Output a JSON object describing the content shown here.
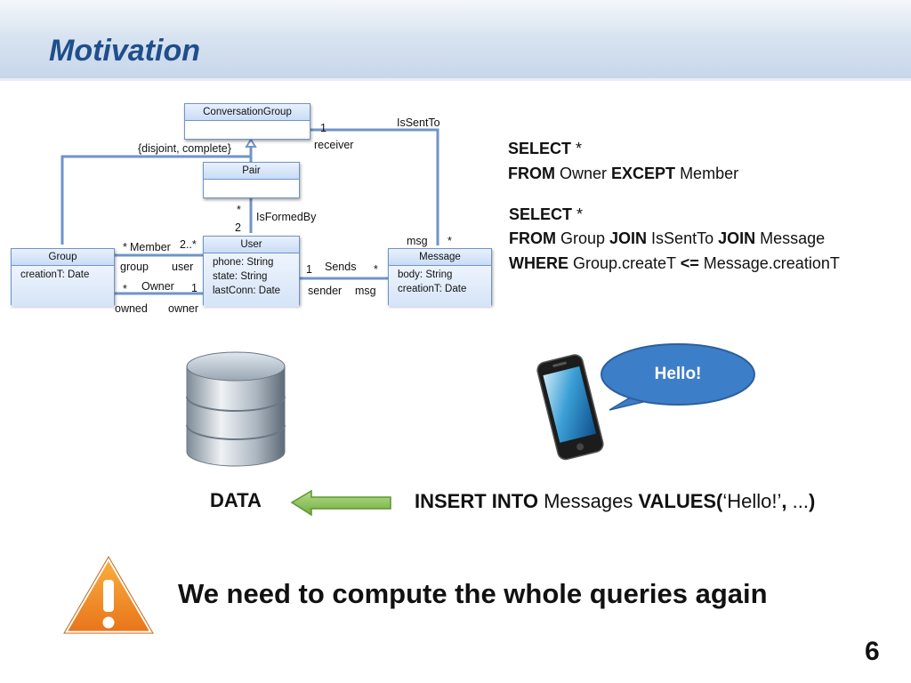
{
  "slide": {
    "title": "Motivation",
    "page_number": "6",
    "headline": "We need to compute the whole queries again"
  },
  "uml": {
    "classes": {
      "conversation_group": {
        "name": "ConversationGroup"
      },
      "pair": {
        "name": "Pair"
      },
      "group": {
        "name": "Group",
        "attributes": [
          "creationT: Date"
        ]
      },
      "user": {
        "name": "User",
        "attributes": [
          "phone: String",
          "state: String",
          "lastConn: Date"
        ]
      },
      "message": {
        "name": "Message",
        "attributes": [
          "body: String",
          "creationT: Date"
        ]
      }
    },
    "labels": {
      "disjoint_complete": "{disjoint, complete}",
      "is_sent_to": "IsSentTo",
      "receiver_mult": "1",
      "receiver_role": "receiver",
      "is_formed_by": "IsFormedBy",
      "pair_mult": "*",
      "user_pair_mult": "2",
      "member_star": "*",
      "member": "Member",
      "member_mult": "2..*",
      "group_role": "group",
      "user_role": "user",
      "owner_star": "*",
      "owner": "Owner",
      "owner_mult": "1",
      "owned_role": "owned",
      "owner_role": "owner",
      "sends_mult_1": "1",
      "sends": "Sends",
      "sends_star": "*",
      "sender_role": "sender",
      "msg_role_sends": "msg",
      "msg_role_sentto": "msg",
      "msg_star": "*"
    }
  },
  "queries": {
    "q1": {
      "kw1": "SELECT",
      "t1": " *",
      "kw2": "FROM",
      "t2": " Owner ",
      "kw3": "EXCEPT",
      "t3": " Member"
    },
    "q2": {
      "kw1": "SELECT",
      "t1": " *",
      "kw2": "FROM",
      "t2": " Group ",
      "kw3": "JOIN",
      "t3": " IsSentTo ",
      "kw4": "JOIN",
      "t4": " Message",
      "kw5": "WHERE",
      "t5": " Group.createT ",
      "kw6": "<=",
      "t6": " Message.creationT"
    }
  },
  "insert": {
    "kw1": "INSERT INTO",
    "t1": " Messages ",
    "kw2": "VALUES(",
    "t2": "‘Hello!’",
    "kw3": ",",
    "t3": " ...",
    "kw4": ")"
  },
  "data_label": "DATA",
  "bubble_text": "Hello!",
  "icons": [
    "database-icon",
    "smartphone-icon",
    "speech-bubble-icon",
    "warning-icon",
    "arrow-left-icon"
  ],
  "colors": {
    "title": "#1f4e8c",
    "uml_border": "#6f94c8",
    "uml_line": "#6f94c8",
    "arrow": "#8dc45a",
    "bubble": "#3d7ec8",
    "warning": "#f0891f"
  }
}
